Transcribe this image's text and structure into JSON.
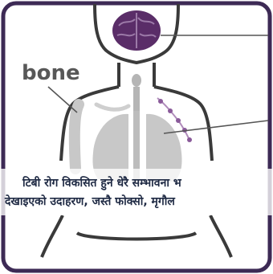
{
  "labels": {
    "bone": "bone"
  },
  "caption": {
    "line1": "टिबी रोग विकसित हुने धेरै सम्भावना भ",
    "line2": "देखाइएको उदाहरण, जस्तै फोक्सो, मृगौल"
  },
  "colors": {
    "frame": "#3d2a55",
    "body_outline": "#3a3a3a",
    "organ_fill": "#c8c8c8",
    "brain_fill": "#5a2d68",
    "lymph_node": "#8a5a9a",
    "caption_text": "#1f2a44",
    "label_text": "#585858",
    "pointer_line": "#555555"
  },
  "icons": {
    "brain": "brain-icon",
    "lungs": "lungs-icon",
    "spine": "spine-icon",
    "bone": "bone-icon",
    "lymph": "lymph-node-icon"
  }
}
